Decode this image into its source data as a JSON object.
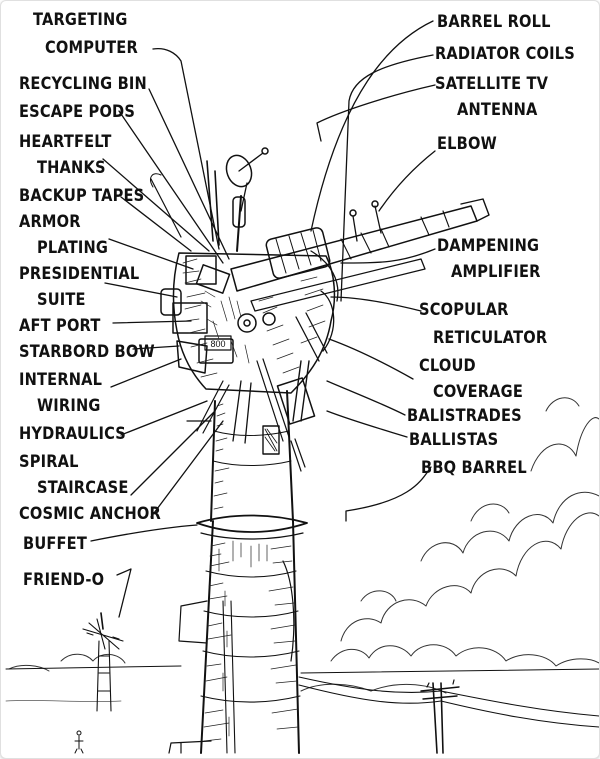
{
  "colors": {
    "ink": "#111111",
    "paper": "#ffffff",
    "frame_border": "#e0e0e0"
  },
  "labels": {
    "targeting_computer": [
      "TARGETING",
      "COMPUTER"
    ],
    "recycling_bin": "RECYCLING BIN",
    "escape_pods": "ESCAPE PODS",
    "heartfelt_thanks": [
      "HEARTFELT",
      "THANKS"
    ],
    "backup_tapes": "BACKUP TAPES",
    "armor_plating": [
      "ARMOR",
      "PLATING"
    ],
    "presidential_suite": [
      "PRESIDENTIAL",
      "SUITE"
    ],
    "aft_port": "AFT PORT",
    "starbord_bow": "STARBORD BOW",
    "internal_wiring": [
      "INTERNAL",
      "WIRING"
    ],
    "hydraulics": "HYDRAULICS",
    "spiral_staircase": [
      "SPIRAL",
      "STAIRCASE"
    ],
    "cosmic_anchor": "COSMIC ANCHOR",
    "buffet": "BUFFET",
    "friend_o": "FRIEND-O",
    "barrel_roll": "BARREL ROLL",
    "radiator_coils": "RADIATOR COILS",
    "satellite_tv_antenna": [
      "SATELLITE TV",
      "ANTENNA"
    ],
    "elbow": "ELBOW",
    "dampening_amplifier": [
      "DAMPENING",
      "AMPLIFIER"
    ],
    "scopular_reticulator": [
      "SCOPULAR",
      "RETICULATOR"
    ],
    "cloud_coverage": [
      "CLOUD",
      "COVERAGE"
    ],
    "balistrades": "BALISTRADES",
    "ballistas": "BALLISTAS",
    "bbq_barrel": "BBQ BARREL"
  },
  "tower_sign": "800"
}
